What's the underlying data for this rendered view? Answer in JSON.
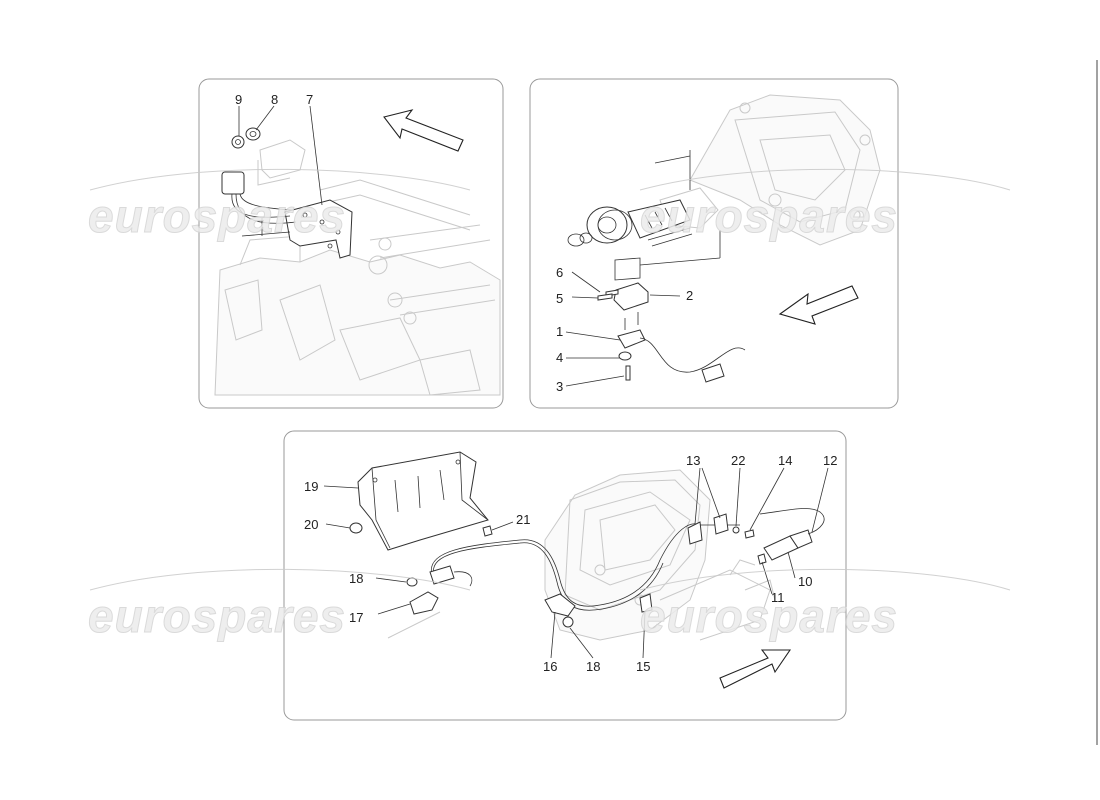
{
  "watermark": {
    "text": "eurospares"
  },
  "panels": {
    "top_left": {
      "callouts": [
        "9",
        "8",
        "7"
      ]
    },
    "top_right": {
      "callouts": [
        "6",
        "5",
        "1",
        "4",
        "3",
        "2"
      ]
    },
    "bottom": {
      "callouts": [
        "19",
        "20",
        "18",
        "17",
        "21",
        "16",
        "18",
        "15",
        "13",
        "22",
        "14",
        "12",
        "10",
        "11"
      ]
    }
  }
}
